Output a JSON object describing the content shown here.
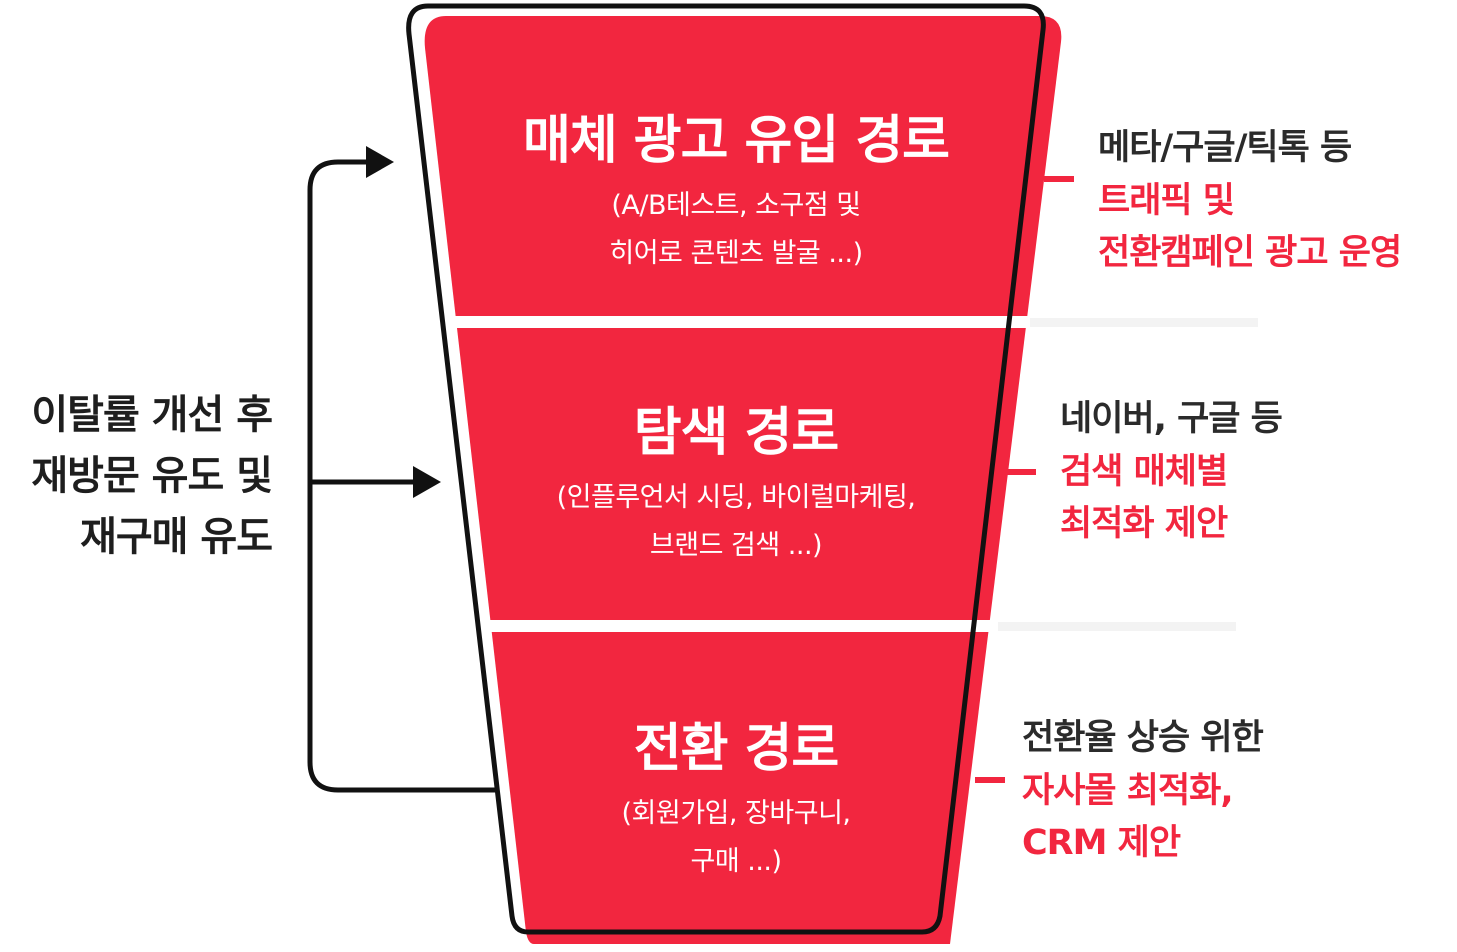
{
  "colors": {
    "accent": "#f2263f",
    "outline": "#111111",
    "divider": "#f3f3f3",
    "note_text": "#2b2b2b"
  },
  "left_note": {
    "text": "이탈률 개선 후\n재방문 유도 및\n재구매 유도"
  },
  "stages": [
    {
      "title": "매체 광고 유입 경로",
      "desc": "(A/B테스트, 소구점 및\n히어로 콘텐츠 발굴 ...)",
      "note_line": "메타/구글/틱톡 등",
      "note_highlight": "트래픽 및\n전환캠페인 광고 운영"
    },
    {
      "title": "탐색 경로",
      "desc": "(인플루언서 시딩, 바이럴마케팅,\n브랜드 검색 ...)",
      "note_line": "네이버, 구글 등",
      "note_highlight": "검색 매체별\n최적화 제안"
    },
    {
      "title": "전환 경로",
      "desc": "(회원가입, 장바구니,\n구매 ...)",
      "note_line": "전환율 상승 위한",
      "note_highlight": "자사몰 최적화,\nCRM 제안"
    }
  ]
}
